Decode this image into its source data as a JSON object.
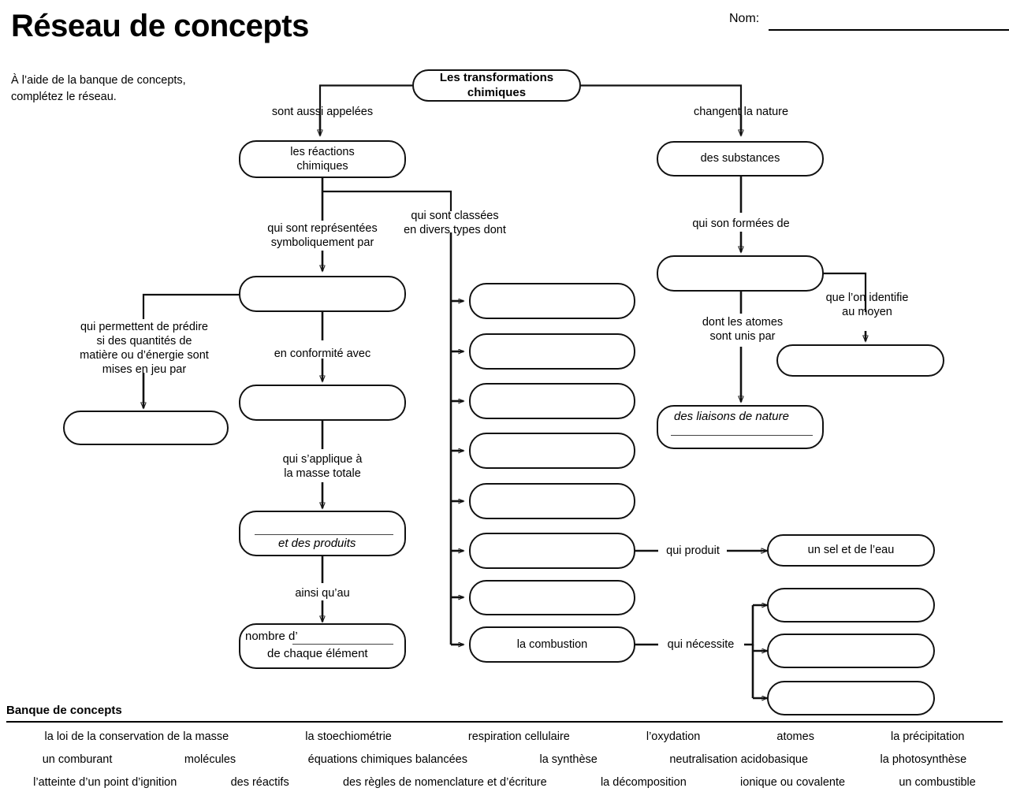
{
  "header": {
    "title": "Réseau de concepts",
    "instruction": "À l’aide de la banque de concepts,\ncomplétez le réseau.",
    "name_label": "Nom:",
    "name_value": ""
  },
  "map": {
    "root": {
      "text": "Les transformations\nchimiques"
    },
    "boxes": {
      "reactions_chimiques": "les réactions\nchimiques",
      "representees_par": "",
      "en_conformite": "",
      "qui_permettent": "",
      "masse_totale_top_rule": "",
      "masse_totale_text": "et des produits",
      "nombre_prefix": "nombre d’",
      "nombre_suffix": "de chaque élément",
      "des_substances": "des substances",
      "formees_de": "",
      "que_lon_identifie": "",
      "liaisons_text": "des liaisons de nature",
      "type_1": "",
      "type_2": "",
      "type_3": "",
      "type_4": "",
      "type_5": "",
      "type_6": "",
      "type_7": "",
      "type_8": "la combustion",
      "sel_et_eau": "un sel et de l’eau",
      "necessite_1": "",
      "necessite_2": "",
      "necessite_3": ""
    },
    "labels": {
      "sont_aussi_appelees": "sont aussi appelées",
      "changent_la_nature": "changent la nature",
      "representees_symboliquement": "qui sont représentées\nsymboliquement par",
      "classees_en_divers_types": "qui sont classées\nen divers types dont",
      "permettent_de_predire": "qui permettent de prédire\nsi des quantités de\nmatière ou d’énergie sont\nmises en jeu par",
      "en_conformite_avec": "en conformité avec",
      "sapplique_masse_totale": "qui s’applique à\nla masse totale",
      "ainsi_quau": "ainsi qu’au",
      "qui_son_formees_de": "qui son formées de",
      "dont_les_atomes": "dont les atomes\nsont unis par",
      "que_lon_identifie_au_moyen": "que l’on identifie\nau moyen",
      "qui_produit": "qui produit",
      "qui_necessite": "qui nécessite"
    }
  },
  "bank": {
    "title": "Banque de concepts",
    "rows": [
      [
        "la loi de la conservation de la masse",
        "la stoechiométrie",
        "respiration cellulaire",
        "l’oxydation",
        "atomes",
        "la précipitation"
      ],
      [
        "un comburant",
        "molécules",
        "équations chimiques balancées",
        "la synthèse",
        "neutralisation acidobasique",
        "la photosynthèse"
      ],
      [
        "l’atteinte d’un point d’ignition",
        "des réactifs",
        "des règles de nomenclature et d’écriture",
        "la décomposition",
        "ionique ou covalente",
        "un combustible"
      ]
    ]
  }
}
